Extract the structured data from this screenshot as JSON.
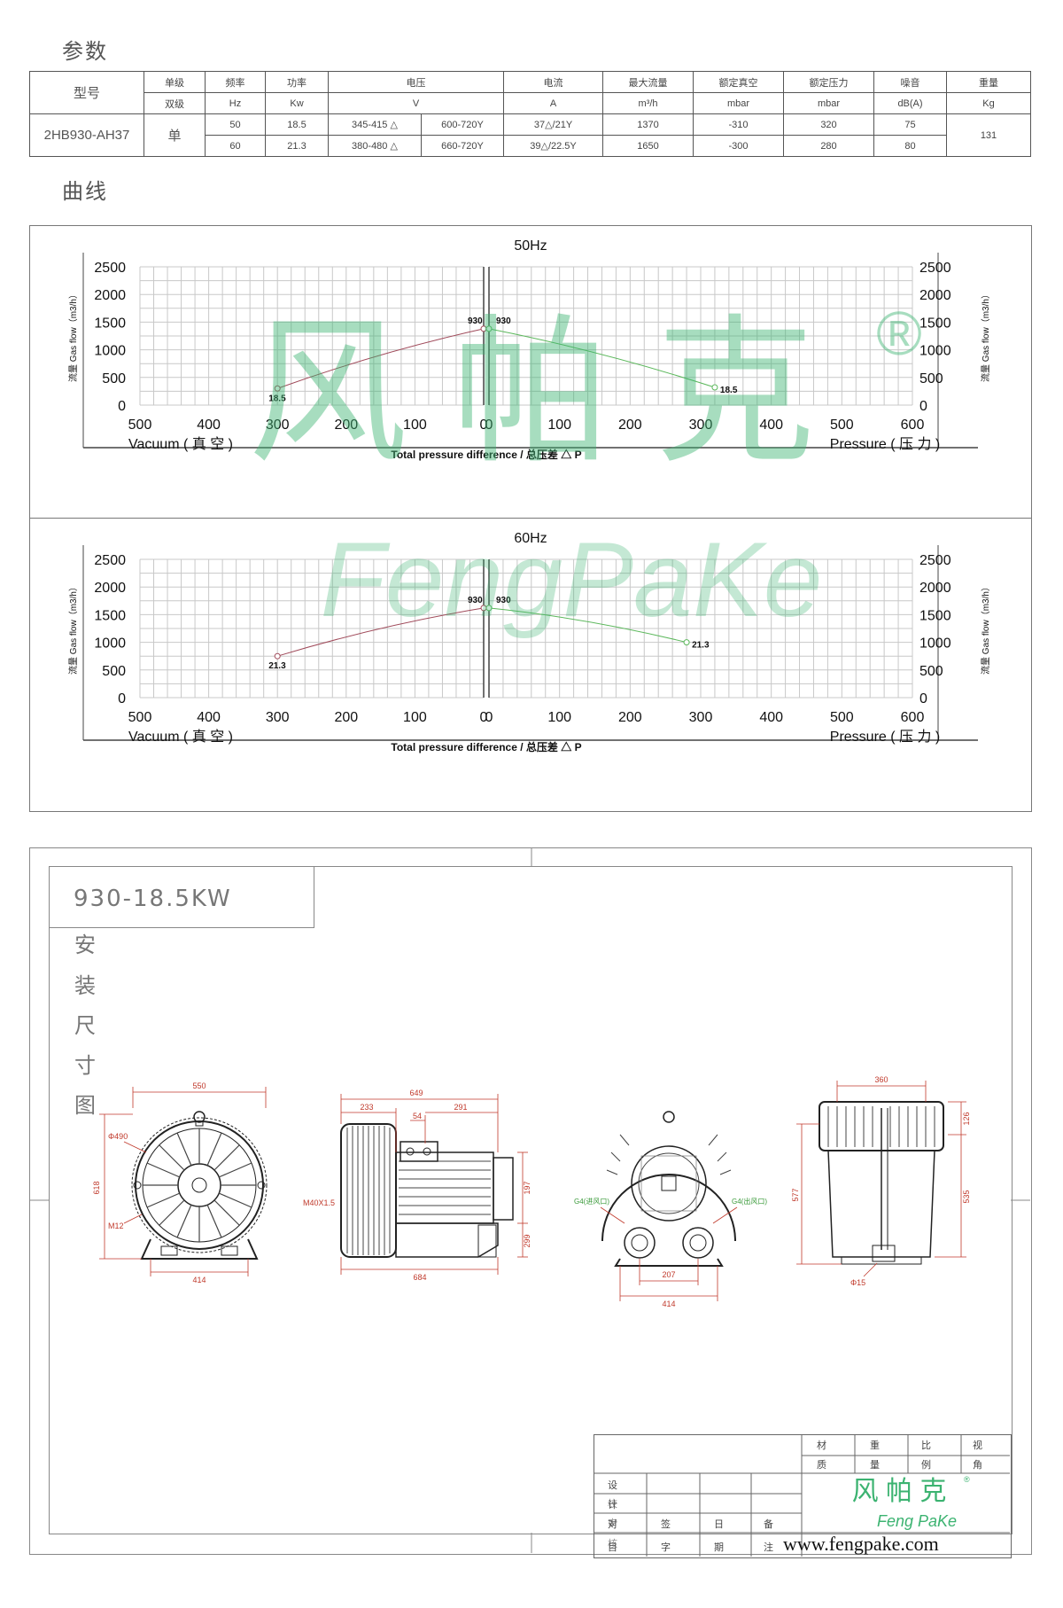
{
  "sections": {
    "params_title": "参数",
    "curves_title": "曲线"
  },
  "spec_table": {
    "model_header": "型号",
    "phase_labels": [
      "单级",
      "双级"
    ],
    "col_headers": [
      {
        "name": "频率",
        "unit": "Hz"
      },
      {
        "name": "功率",
        "unit": "Kw"
      },
      {
        "name": "电压",
        "unit": "V"
      },
      {
        "name": "电流",
        "unit": "A"
      },
      {
        "name": "最大流量",
        "unit": "m³/h"
      },
      {
        "name": "额定真空",
        "unit": "mbar"
      },
      {
        "name": "额定压力",
        "unit": "mbar"
      },
      {
        "name": "噪音",
        "unit": "dB(A)"
      },
      {
        "name": "重量",
        "unit": "Kg"
      }
    ],
    "model": "2HB930-AH37",
    "stage": "单",
    "weight": "131",
    "rows": [
      {
        "hz": "50",
        "kw": "18.5",
        "v1": "345-415 △",
        "v2": "600-720Y",
        "a": "37△/21Y",
        "flow": "1370",
        "vac": "-310",
        "pres": "320",
        "db": "75"
      },
      {
        "hz": "60",
        "kw": "21.3",
        "v1": "380-480 △",
        "v2": "660-720Y",
        "a": "39△/22.5Y",
        "flow": "1650",
        "vac": "-300",
        "pres": "280",
        "db": "80"
      }
    ]
  },
  "chart_data": [
    {
      "type": "line",
      "title": "50Hz",
      "xlabel": "Total pressure difference / 总压差 △ P",
      "left_axis_label": "流量 Gas flow（m3/h）",
      "right_axis_label": "流量 Gas flow（m3/h）",
      "vacuum_label": "Vacuum ( 真 空 )",
      "pressure_label": "Pressure ( 压 力 )",
      "ylim": [
        0,
        2500
      ],
      "y_ticks": [
        "0",
        "500",
        "1000",
        "1500",
        "2000",
        "2500"
      ],
      "vacuum_ticks": [
        "500",
        "400",
        "300",
        "200",
        "100",
        "0"
      ],
      "pressure_ticks": [
        "0",
        "100",
        "200",
        "300",
        "400",
        "500",
        "600"
      ],
      "grid": true,
      "series": [
        {
          "name": "vacuum",
          "color": "#a04a5a",
          "points": [
            [
              300,
              300
            ],
            [
              0,
              1380
            ]
          ],
          "labels": [
            "18.5",
            "930"
          ]
        },
        {
          "name": "pressure",
          "color": "#5cb85c",
          "points": [
            [
              0,
              1380
            ],
            [
              320,
              320
            ]
          ],
          "labels": [
            "930",
            "18.5"
          ]
        }
      ]
    },
    {
      "type": "line",
      "title": "60Hz",
      "xlabel": "Total pressure difference / 总压差 △ P",
      "left_axis_label": "流量 Gas flow（m3/h）",
      "right_axis_label": "流量 Gas flow（m3/h）",
      "vacuum_label": "Vacuum ( 真 空 )",
      "pressure_label": "Pressure ( 压 力 )",
      "ylim": [
        0,
        2500
      ],
      "y_ticks": [
        "0",
        "500",
        "1000",
        "1500",
        "2000",
        "2500"
      ],
      "vacuum_ticks": [
        "500",
        "400",
        "300",
        "200",
        "100",
        "0"
      ],
      "pressure_ticks": [
        "0",
        "100",
        "200",
        "300",
        "400",
        "500",
        "600"
      ],
      "grid": true,
      "series": [
        {
          "name": "vacuum",
          "color": "#a04a5a",
          "points": [
            [
              300,
              750
            ],
            [
              0,
              1620
            ]
          ],
          "labels": [
            "21.3",
            "930"
          ]
        },
        {
          "name": "pressure",
          "color": "#5cb85c",
          "points": [
            [
              0,
              1620
            ],
            [
              280,
              1000
            ]
          ],
          "labels": [
            "930",
            "21.3"
          ]
        }
      ]
    }
  ],
  "watermark": {
    "cn": "风 帕 克",
    "en": "FengPaKe",
    "mark": "®",
    "color": "#3cb371"
  },
  "drawing": {
    "model_label": "930-18.5KW",
    "vertical_title": [
      "安",
      "装",
      "尺",
      "寸",
      "图"
    ],
    "front_dims": [
      "550",
      "Φ490",
      "618",
      "M12",
      "414"
    ],
    "side_dims": [
      "649",
      "233",
      "54",
      "291",
      "M40X1.5",
      "197",
      "299",
      "684"
    ],
    "rear_dims": [
      "G4(进风口)",
      "G4(出风口)",
      "207",
      "414"
    ],
    "top_dims": [
      "360",
      "126",
      "577",
      "535",
      "Φ15"
    ]
  },
  "title_block": {
    "labels": [
      "材",
      "重",
      "比",
      "视",
      "质",
      "量",
      "例",
      "角",
      "设",
      "计",
      "校",
      "对",
      "审",
      "核",
      "目",
      "签",
      "字",
      "日",
      "期",
      "备",
      "注"
    ],
    "logo_cn": "风 帕 克",
    "logo_en": "Feng PaKe",
    "url": "www.fengpake.com"
  }
}
